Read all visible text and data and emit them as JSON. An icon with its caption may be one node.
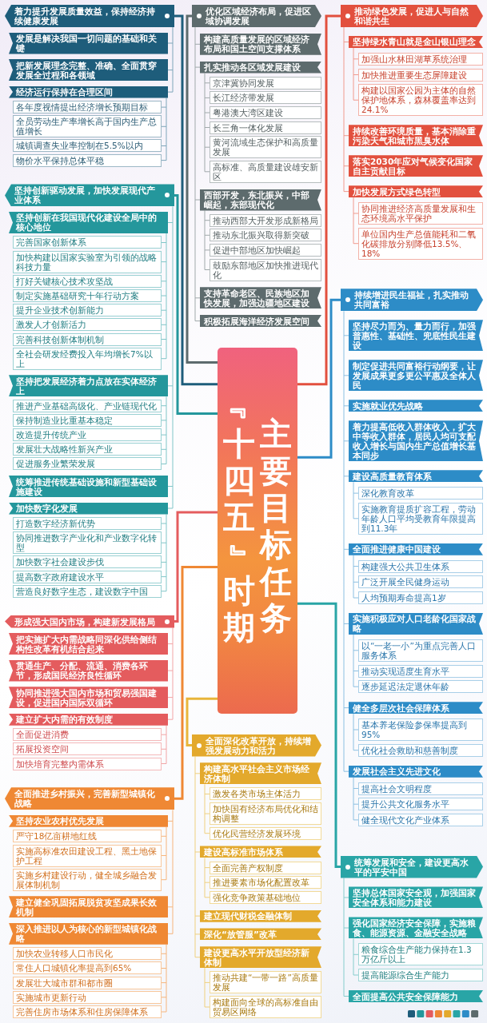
{
  "diagram": {
    "nodes": [
      {
        "text": [
          "﹃十四五﹄时期",
          "主要目标任务"
        ]
      },
      {
        "text": [
          "着力提升发展质量效益，保持经济持续健康发展"
        ]
      },
      {
        "text": [
          "发展是解决我国一切问题的基础和关键"
        ]
      },
      {
        "text": [
          "把新发展理念完整、准确、全面贯穿发展全过程和各领域"
        ]
      },
      {
        "text": [
          "经济运行保持在合理区间"
        ]
      },
      {
        "text": [
          "各年度视情提出经济增长预期目标"
        ]
      },
      {
        "text": [
          "全员劳动生产率增长高于国内生产总值增长"
        ]
      },
      {
        "text": [
          "城镇调查失业率控制在5.5%以内"
        ]
      },
      {
        "text": [
          "物价水平保持总体平稳"
        ]
      },
      {
        "text": [
          "坚持创新驱动发展，加快发展现代产业体系"
        ]
      },
      {
        "text": [
          "坚持创新在我国现代化建设全局中的核心地位"
        ]
      },
      {
        "text": [
          "完善国家创新体系"
        ]
      },
      {
        "text": [
          "加快构建以国家实验室为引领的战略科技力量"
        ]
      },
      {
        "text": [
          "打好关键核心技术攻坚战"
        ]
      },
      {
        "text": [
          "制定实施基础研究十年行动方案"
        ]
      },
      {
        "text": [
          "提升企业技术创新能力"
        ]
      },
      {
        "text": [
          "激发人才创新活力"
        ]
      },
      {
        "text": [
          "完善科技创新体制机制"
        ]
      },
      {
        "text": [
          "全社会研发经费投入年均增长7%以上"
        ]
      },
      {
        "text": [
          "坚持把发展经济着力点放在实体经济上"
        ]
      },
      {
        "text": [
          "推进产业基础高级化、产业链现代化"
        ]
      },
      {
        "text": [
          "保持制造业比重基本稳定"
        ]
      },
      {
        "text": [
          "改造提升传统产业"
        ]
      },
      {
        "text": [
          "发展壮大战略性新兴产业"
        ]
      },
      {
        "text": [
          "促进服务业繁荣发展"
        ]
      },
      {
        "text": [
          "统筹推进传统基础设施和新型基础设施建设"
        ]
      },
      {
        "text": [
          "加快数字化发展"
        ]
      },
      {
        "text": [
          "打造数字经济新优势"
        ]
      },
      {
        "text": [
          "协同推进数字产业化和产业数字化转型"
        ]
      },
      {
        "text": [
          "加快数字社会建设步伐"
        ]
      },
      {
        "text": [
          "提高数字政府建设水平"
        ]
      },
      {
        "text": [
          "营造良好数字生态，建设数字中国"
        ]
      },
      {
        "text": [
          "形成强大国内市场，构建新发展格局"
        ]
      },
      {
        "text": [
          "把实施扩大内需战略同深化供给侧结构性改革有机结合起来"
        ]
      },
      {
        "text": [
          "贯通生产、分配、流通、消费各环节，形成国民经济良性循环"
        ]
      },
      {
        "text": [
          "协同推进强大国内市场和贸易强国建设，促进国内国际双循环"
        ]
      },
      {
        "text": [
          "建立扩大内需的有效制度"
        ]
      },
      {
        "text": [
          "全面促进消费"
        ]
      },
      {
        "text": [
          "拓展投资空间"
        ]
      },
      {
        "text": [
          "加快培育完整内需体系"
        ]
      },
      {
        "text": [
          "全面推进乡村振兴，完善新型城镇化战略"
        ]
      },
      {
        "text": [
          "坚持农业农村优先发展"
        ]
      },
      {
        "text": [
          "严守18亿亩耕地红线"
        ]
      },
      {
        "text": [
          "实施高标准农田建设工程、黑土地保护工程"
        ]
      },
      {
        "text": [
          "实施乡村建设行动，健全城乡融合发展体制机制"
        ]
      },
      {
        "text": [
          "建立健全巩固拓展脱贫攻坚成果长效机制"
        ]
      },
      {
        "text": [
          "深入推进以人为核心的新型城镇化战略"
        ]
      },
      {
        "text": [
          "加快农业转移人口市民化"
        ]
      },
      {
        "text": [
          "常住人口城镇化率提高到65%"
        ]
      },
      {
        "text": [
          "发展壮大城市群和都市圈"
        ]
      },
      {
        "text": [
          "实施城市更新行动"
        ]
      },
      {
        "text": [
          "完善住房市场体系和住房保障体系"
        ]
      },
      {
        "text": [
          "优化区域经济布局，促进区域协调发展"
        ]
      },
      {
        "text": [
          "构建高质量发展的区域经济布局和国土空间支撑体系"
        ]
      },
      {
        "text": [
          "扎实推动各区域发展建设"
        ]
      },
      {
        "text": [
          "京津冀协同发展"
        ]
      },
      {
        "text": [
          "长江经济带发展"
        ]
      },
      {
        "text": [
          "粤港澳大湾区建设"
        ]
      },
      {
        "text": [
          "长三角一体化发展"
        ]
      },
      {
        "text": [
          "黄河流域生态保护和高质量发展"
        ]
      },
      {
        "text": [
          "高标准、高质量建设雄安新区"
        ]
      },
      {
        "text": [
          "西部开发，东北振兴，中部崛起，东部现代化"
        ]
      },
      {
        "text": [
          "推动西部大开发形成新格局"
        ]
      },
      {
        "text": [
          "推动东北振兴取得新突破"
        ]
      },
      {
        "text": [
          "促进中部地区加快崛起"
        ]
      },
      {
        "text": [
          "鼓励东部地区加快推进现代化"
        ]
      },
      {
        "text": [
          "支持革命老区、民族地区加快发展，加强边疆地区建设"
        ]
      },
      {
        "text": [
          "积极拓展海洋经济发展空间"
        ]
      },
      {
        "text": [
          "全面深化改革开放，持续增强发展动力和活力"
        ]
      },
      {
        "text": [
          "构建高水平社会主义市场经济体制"
        ]
      },
      {
        "text": [
          "激发各类市场主体活力"
        ]
      },
      {
        "text": [
          "加快国有经济布局优化和结构调整"
        ]
      },
      {
        "text": [
          "优化民营经济发展环境"
        ]
      },
      {
        "text": [
          "建设高标准市场体系"
        ]
      },
      {
        "text": [
          "全面完善产权制度"
        ]
      },
      {
        "text": [
          "推进要素市场化配置改革"
        ]
      },
      {
        "text": [
          "强化竞争政策基础地位"
        ]
      },
      {
        "text": [
          "建立现代财税金融体制"
        ]
      },
      {
        "text": [
          "深化“放管服”改革"
        ]
      },
      {
        "text": [
          "建设更高水平开放型经济新体制"
        ]
      },
      {
        "text": [
          "推动共建“一带一路”高质量发展"
        ]
      },
      {
        "text": [
          "构建面向全球的高标准自由贸易区网络"
        ]
      },
      {
        "text": [
          "推动绿色发展，促进人与自然和谐共生"
        ]
      },
      {
        "text": [
          "坚持绿水青山就是金山银山理念"
        ]
      },
      {
        "text": [
          "加强山水林田湖草系统治理"
        ]
      },
      {
        "text": [
          "加快推进重要生态屏障建设"
        ]
      },
      {
        "text": [
          "构建以国家公园为主体的自然保护地体系，森林覆盖率达到24.1%"
        ]
      },
      {
        "text": [
          "持续改善环境质量，基本消除重污染天气和城市黑臭水体"
        ]
      },
      {
        "text": [
          "落实2030年应对气候变化国家自主贡献目标"
        ]
      },
      {
        "text": [
          "加快发展方式绿色转型"
        ]
      },
      {
        "text": [
          "协同推进经济高质量发展和生态环境高水平保护"
        ]
      },
      {
        "text": [
          "单位国内生产总值能耗和二氧化碳排放分别降低13.5%、18%"
        ]
      },
      {
        "text": [
          "持续增进民生福祉，扎实推动共同富裕"
        ]
      },
      {
        "text": [
          "坚持尽力而为、量力而行，加强普惠性、基础性、兜底性民生建设"
        ]
      },
      {
        "text": [
          "制定促进共同富裕行动纲要，让发展成果更多更公平惠及全体人民"
        ]
      },
      {
        "text": [
          "实施就业优先战略"
        ]
      },
      {
        "text": [
          "着力提高低收入群体收入，扩大中等收入群体，居民人均可支配收入增长与国内生产总值增长基本同步"
        ]
      },
      {
        "text": [
          "建设高质量教育体系"
        ]
      },
      {
        "text": [
          "深化教育改革"
        ]
      },
      {
        "text": [
          "实施教育提质扩容工程，劳动年龄人口平均受教育年限提高到11.3年"
        ]
      },
      {
        "text": [
          "全面推进健康中国建设"
        ]
      },
      {
        "text": [
          "构建强大公共卫生体系"
        ]
      },
      {
        "text": [
          "广泛开展全民健身运动"
        ]
      },
      {
        "text": [
          "人均预期寿命提高1岁"
        ]
      },
      {
        "text": [
          "实施积极应对人口老龄化国家战略"
        ]
      },
      {
        "text": [
          "以“一老一小”为重点完善人口服务体系"
        ]
      },
      {
        "text": [
          "推动实现适度生育水平"
        ]
      },
      {
        "text": [
          "逐步延迟法定退休年龄"
        ]
      },
      {
        "text": [
          "健全多层次社会保障体系"
        ]
      },
      {
        "text": [
          "基本养老保险参保率提高到95%"
        ]
      },
      {
        "text": [
          "优化社会救助和慈善制度"
        ]
      },
      {
        "text": [
          "发展社会主义先进文化"
        ]
      },
      {
        "text": [
          "提高社会文明程度"
        ]
      },
      {
        "text": [
          "提升公共文化服务水平"
        ]
      },
      {
        "text": [
          "健全现代文化产业体系"
        ]
      },
      {
        "text": [
          "统筹发展和安全，建设更高水平的平安中国"
        ]
      },
      {
        "text": [
          "坚持总体国家安全观，加强国家安全体系和能力建设"
        ]
      },
      {
        "text": [
          "强化国家经济安全保障，实施粮食、能源资源、金融安全战略"
        ]
      },
      {
        "text": [
          "粮食综合生产能力保持在1.3万亿斤以上"
        ]
      },
      {
        "text": [
          "提高能源综合生产能力"
        ]
      },
      {
        "text": [
          "全面提高公共安全保障能力"
        ]
      }
    ],
    "edges": [
      {
        "from": 0,
        "to": 1,
        "arrow": "none",
        "style": "thick",
        "color": "#1e5d7b"
      },
      {
        "from": 1,
        "to": 2,
        "arrow": "none",
        "color": "#7fa6ba"
      },
      {
        "from": 1,
        "to": 3,
        "arrow": "none",
        "color": "#7fa6ba"
      },
      {
        "from": 1,
        "to": 4,
        "arrow": "none",
        "color": "#7fa6ba"
      },
      {
        "from": 4,
        "to": 5,
        "arrow": "none",
        "color": "#7fa6ba"
      },
      {
        "from": 4,
        "to": 6,
        "arrow": "none",
        "color": "#7fa6ba"
      },
      {
        "from": 4,
        "to": 7,
        "arrow": "none",
        "color": "#7fa6ba"
      },
      {
        "from": 4,
        "to": 8,
        "arrow": "none",
        "color": "#7fa6ba"
      },
      {
        "from": 0,
        "to": 9,
        "arrow": "none",
        "style": "thick",
        "color": "#24979c"
      },
      {
        "from": 9,
        "to": 10,
        "arrow": "none",
        "color": "#80c6c8"
      },
      {
        "from": 10,
        "to": 11,
        "arrow": "none",
        "color": "#80c6c8"
      },
      {
        "from": 10,
        "to": 12,
        "arrow": "none",
        "color": "#80c6c8"
      },
      {
        "from": 10,
        "to": 13,
        "arrow": "none",
        "color": "#80c6c8"
      },
      {
        "from": 10,
        "to": 14,
        "arrow": "none",
        "color": "#80c6c8"
      },
      {
        "from": 10,
        "to": 15,
        "arrow": "none",
        "color": "#80c6c8"
      },
      {
        "from": 10,
        "to": 16,
        "arrow": "none",
        "color": "#80c6c8"
      },
      {
        "from": 10,
        "to": 17,
        "arrow": "none",
        "color": "#80c6c8"
      },
      {
        "from": 10,
        "to": 18,
        "arrow": "none",
        "color": "#80c6c8"
      },
      {
        "from": 9,
        "to": 19,
        "arrow": "none",
        "color": "#80c6c8"
      },
      {
        "from": 19,
        "to": 20,
        "arrow": "none",
        "color": "#80c6c8"
      },
      {
        "from": 19,
        "to": 21,
        "arrow": "none",
        "color": "#80c6c8"
      },
      {
        "from": 19,
        "to": 22,
        "arrow": "none",
        "color": "#80c6c8"
      },
      {
        "from": 19,
        "to": 23,
        "arrow": "none",
        "color": "#80c6c8"
      },
      {
        "from": 19,
        "to": 24,
        "arrow": "none",
        "color": "#80c6c8"
      },
      {
        "from": 9,
        "to": 25,
        "arrow": "none",
        "color": "#80c6c8"
      },
      {
        "from": 9,
        "to": 26,
        "arrow": "none",
        "color": "#80c6c8"
      },
      {
        "from": 26,
        "to": 27,
        "arrow": "none",
        "color": "#80c6c8"
      },
      {
        "from": 26,
        "to": 28,
        "arrow": "none",
        "color": "#80c6c8"
      },
      {
        "from": 26,
        "to": 29,
        "arrow": "none",
        "color": "#80c6c8"
      },
      {
        "from": 26,
        "to": 30,
        "arrow": "none",
        "color": "#80c6c8"
      },
      {
        "from": 26,
        "to": 31,
        "arrow": "none",
        "color": "#80c6c8"
      },
      {
        "from": 0,
        "to": 32,
        "arrow": "none",
        "style": "thick",
        "color": "#e45c5e"
      },
      {
        "from": 32,
        "to": 33,
        "arrow": "none",
        "color": "#f2a5a6"
      },
      {
        "from": 32,
        "to": 34,
        "arrow": "none",
        "color": "#f2a5a6"
      },
      {
        "from": 32,
        "to": 35,
        "arrow": "none",
        "color": "#f2a5a6"
      },
      {
        "from": 32,
        "to": 36,
        "arrow": "none",
        "color": "#f2a5a6"
      },
      {
        "from": 36,
        "to": 37,
        "arrow": "none",
        "color": "#f2a5a6"
      },
      {
        "from": 36,
        "to": 38,
        "arrow": "none",
        "color": "#f2a5a6"
      },
      {
        "from": 36,
        "to": 39,
        "arrow": "none",
        "color": "#f2a5a6"
      },
      {
        "from": 0,
        "to": 40,
        "arrow": "none",
        "style": "thick",
        "color": "#ef8834"
      },
      {
        "from": 40,
        "to": 41,
        "arrow": "none",
        "color": "#f6b57c"
      },
      {
        "from": 41,
        "to": 42,
        "arrow": "none",
        "color": "#f6b57c"
      },
      {
        "from": 41,
        "to": 43,
        "arrow": "none",
        "color": "#f6b57c"
      },
      {
        "from": 41,
        "to": 44,
        "arrow": "none",
        "color": "#f6b57c"
      },
      {
        "from": 40,
        "to": 45,
        "arrow": "none",
        "color": "#f6b57c"
      },
      {
        "from": 40,
        "to": 46,
        "arrow": "none",
        "color": "#f6b57c"
      },
      {
        "from": 46,
        "to": 47,
        "arrow": "none",
        "color": "#f6b57c"
      },
      {
        "from": 46,
        "to": 48,
        "arrow": "none",
        "color": "#f6b57c"
      },
      {
        "from": 46,
        "to": 49,
        "arrow": "none",
        "color": "#f6b57c"
      },
      {
        "from": 46,
        "to": 50,
        "arrow": "none",
        "color": "#f6b57c"
      },
      {
        "from": 46,
        "to": 51,
        "arrow": "none",
        "color": "#f6b57c"
      },
      {
        "from": 0,
        "to": 52,
        "arrow": "none",
        "style": "thick",
        "color": "#5d6b6d"
      },
      {
        "from": 52,
        "to": 53,
        "arrow": "none",
        "color": "#a0a9aa"
      },
      {
        "from": 52,
        "to": 54,
        "arrow": "none",
        "color": "#a0a9aa"
      },
      {
        "from": 54,
        "to": 55,
        "arrow": "none",
        "color": "#a0a9aa"
      },
      {
        "from": 54,
        "to": 56,
        "arrow": "none",
        "color": "#a0a9aa"
      },
      {
        "from": 54,
        "to": 57,
        "arrow": "none",
        "color": "#a0a9aa"
      },
      {
        "from": 54,
        "to": 58,
        "arrow": "none",
        "color": "#a0a9aa"
      },
      {
        "from": 54,
        "to": 59,
        "arrow": "none",
        "color": "#a0a9aa"
      },
      {
        "from": 54,
        "to": 60,
        "arrow": "none",
        "color": "#a0a9aa"
      },
      {
        "from": 52,
        "to": 61,
        "arrow": "none",
        "color": "#a0a9aa"
      },
      {
        "from": 61,
        "to": 62,
        "arrow": "none",
        "color": "#a0a9aa"
      },
      {
        "from": 61,
        "to": 63,
        "arrow": "none",
        "color": "#a0a9aa"
      },
      {
        "from": 61,
        "to": 64,
        "arrow": "none",
        "color": "#a0a9aa"
      },
      {
        "from": 61,
        "to": 65,
        "arrow": "none",
        "color": "#a0a9aa"
      },
      {
        "from": 52,
        "to": 66,
        "arrow": "none",
        "color": "#a0a9aa"
      },
      {
        "from": 52,
        "to": 67,
        "arrow": "none",
        "color": "#a0a9aa"
      },
      {
        "from": 0,
        "to": 68,
        "arrow": "none",
        "style": "thick",
        "color": "#e8b53a"
      },
      {
        "from": 68,
        "to": 69,
        "arrow": "none",
        "color": "#efd07e"
      },
      {
        "from": 69,
        "to": 70,
        "arrow": "none",
        "color": "#efd07e"
      },
      {
        "from": 69,
        "to": 71,
        "arrow": "none",
        "color": "#efd07e"
      },
      {
        "from": 69,
        "to": 72,
        "arrow": "none",
        "color": "#efd07e"
      },
      {
        "from": 68,
        "to": 73,
        "arrow": "none",
        "color": "#efd07e"
      },
      {
        "from": 73,
        "to": 74,
        "arrow": "none",
        "color": "#efd07e"
      },
      {
        "from": 73,
        "to": 75,
        "arrow": "none",
        "color": "#efd07e"
      },
      {
        "from": 73,
        "to": 76,
        "arrow": "none",
        "color": "#efd07e"
      },
      {
        "from": 68,
        "to": 77,
        "arrow": "none",
        "color": "#efd07e"
      },
      {
        "from": 68,
        "to": 78,
        "arrow": "none",
        "color": "#efd07e"
      },
      {
        "from": 68,
        "to": 79,
        "arrow": "none",
        "color": "#efd07e"
      },
      {
        "from": 79,
        "to": 80,
        "arrow": "none",
        "color": "#efd07e"
      },
      {
        "from": 79,
        "to": 81,
        "arrow": "none",
        "color": "#efd07e"
      },
      {
        "from": 0,
        "to": 82,
        "arrow": "none",
        "style": "thick",
        "color": "#e2503e"
      },
      {
        "from": 82,
        "to": 83,
        "arrow": "none",
        "color": "#f09a8e"
      },
      {
        "from": 83,
        "to": 84,
        "arrow": "none",
        "color": "#f09a8e"
      },
      {
        "from": 83,
        "to": 85,
        "arrow": "none",
        "color": "#f09a8e"
      },
      {
        "from": 83,
        "to": 86,
        "arrow": "none",
        "color": "#f09a8e"
      },
      {
        "from": 82,
        "to": 87,
        "arrow": "none",
        "color": "#f09a8e"
      },
      {
        "from": 82,
        "to": 88,
        "arrow": "none",
        "color": "#f09a8e"
      },
      {
        "from": 82,
        "to": 89,
        "arrow": "none",
        "color": "#f09a8e"
      },
      {
        "from": 89,
        "to": 90,
        "arrow": "none",
        "color": "#f09a8e"
      },
      {
        "from": 89,
        "to": 91,
        "arrow": "none",
        "color": "#f09a8e"
      },
      {
        "from": 0,
        "to": 92,
        "arrow": "none",
        "style": "thick",
        "color": "#2d8cc7"
      },
      {
        "from": 92,
        "to": 93,
        "arrow": "none",
        "color": "#8cc0e2"
      },
      {
        "from": 92,
        "to": 94,
        "arrow": "none",
        "color": "#8cc0e2"
      },
      {
        "from": 92,
        "to": 95,
        "arrow": "none",
        "color": "#8cc0e2"
      },
      {
        "from": 92,
        "to": 96,
        "arrow": "none",
        "color": "#8cc0e2"
      },
      {
        "from": 92,
        "to": 97,
        "arrow": "none",
        "color": "#8cc0e2"
      },
      {
        "from": 97,
        "to": 98,
        "arrow": "none",
        "color": "#8cc0e2"
      },
      {
        "from": 97,
        "to": 99,
        "arrow": "none",
        "color": "#8cc0e2"
      },
      {
        "from": 92,
        "to": 100,
        "arrow": "none",
        "color": "#8cc0e2"
      },
      {
        "from": 100,
        "to": 101,
        "arrow": "none",
        "color": "#8cc0e2"
      },
      {
        "from": 100,
        "to": 102,
        "arrow": "none",
        "color": "#8cc0e2"
      },
      {
        "from": 100,
        "to": 103,
        "arrow": "none",
        "color": "#8cc0e2"
      },
      {
        "from": 92,
        "to": 104,
        "arrow": "none",
        "color": "#8cc0e2"
      },
      {
        "from": 104,
        "to": 105,
        "arrow": "none",
        "color": "#8cc0e2"
      },
      {
        "from": 104,
        "to": 106,
        "arrow": "none",
        "color": "#8cc0e2"
      },
      {
        "from": 104,
        "to": 107,
        "arrow": "none",
        "color": "#8cc0e2"
      },
      {
        "from": 92,
        "to": 108,
        "arrow": "none",
        "color": "#8cc0e2"
      },
      {
        "from": 108,
        "to": 109,
        "arrow": "none",
        "color": "#8cc0e2"
      },
      {
        "from": 108,
        "to": 110,
        "arrow": "none",
        "color": "#8cc0e2"
      },
      {
        "from": 92,
        "to": 111,
        "arrow": "none",
        "color": "#8cc0e2"
      },
      {
        "from": 111,
        "to": 112,
        "arrow": "none",
        "color": "#8cc0e2"
      },
      {
        "from": 111,
        "to": 113,
        "arrow": "none",
        "color": "#8cc0e2"
      },
      {
        "from": 111,
        "to": 114,
        "arrow": "none",
        "color": "#8cc0e2"
      },
      {
        "from": 0,
        "to": 115,
        "arrow": "none",
        "style": "thick",
        "color": "#29a5a6"
      },
      {
        "from": 115,
        "to": 116,
        "arrow": "none",
        "color": "#86cdcd"
      },
      {
        "from": 115,
        "to": 117,
        "arrow": "none",
        "color": "#86cdcd"
      },
      {
        "from": 117,
        "to": 118,
        "arrow": "none",
        "color": "#86cdcd"
      },
      {
        "from": 117,
        "to": 119,
        "arrow": "none",
        "color": "#86cdcd"
      },
      {
        "from": 115,
        "to": 120,
        "arrow": "none",
        "color": "#86cdcd"
      }
    ]
  }
}
